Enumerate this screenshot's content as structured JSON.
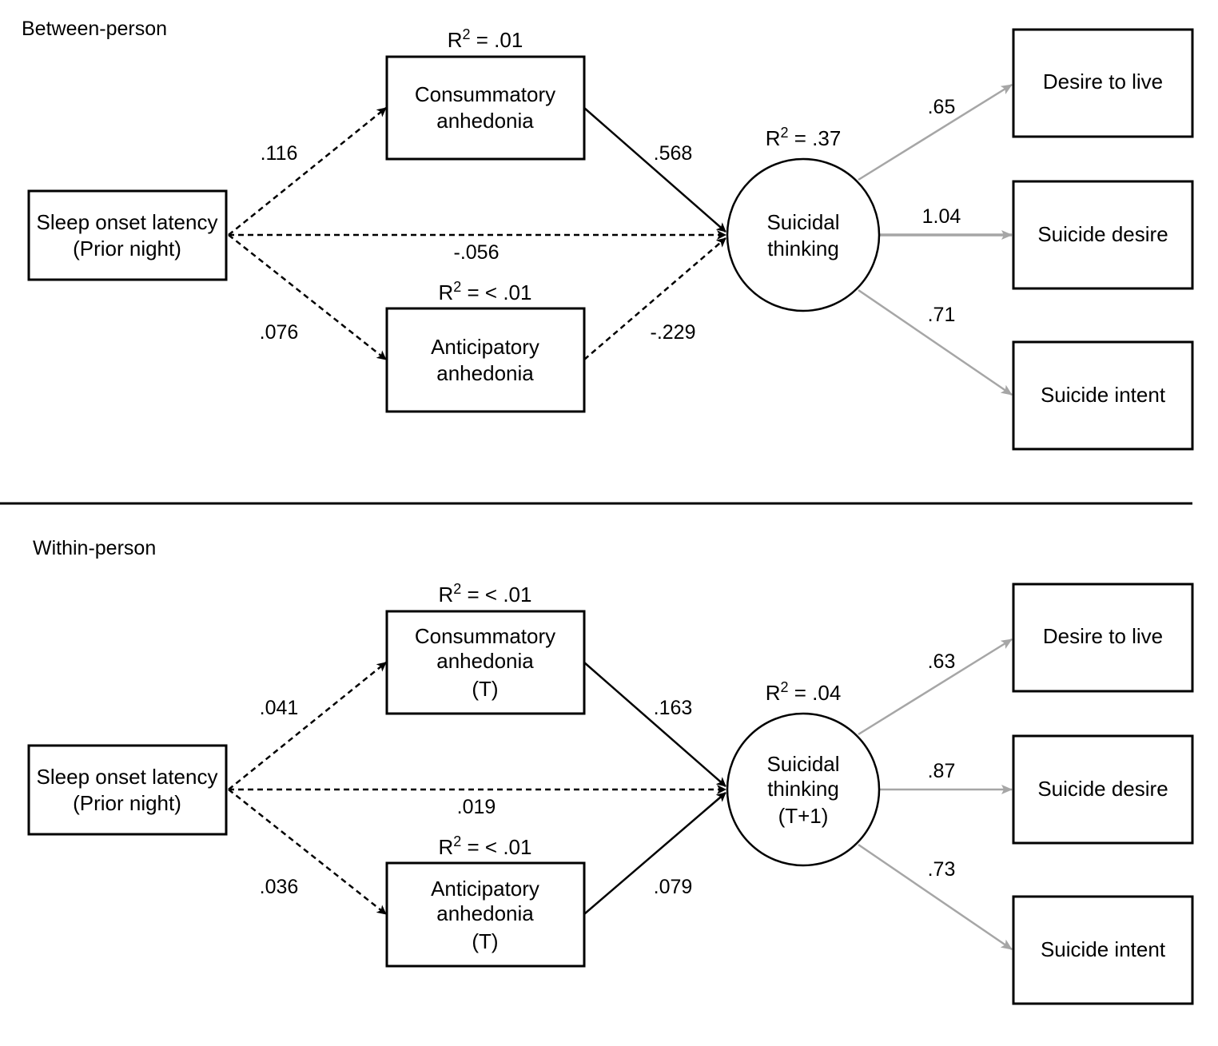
{
  "colors": {
    "black": "#000000",
    "gray": "#a6a6a6"
  },
  "panels": [
    {
      "id": "between",
      "title": "Between-person",
      "predictor": [
        "Sleep onset latency",
        "(Prior night)"
      ],
      "mediator_top": {
        "lines": [
          "Consummatory",
          "anhedonia"
        ],
        "r2": {
          "base": "R",
          "sup": "2",
          "rest": " = .01"
        }
      },
      "mediator_bottom": {
        "lines": [
          "Anticipatory",
          "anhedonia"
        ],
        "r2": {
          "base": "R",
          "sup": "2",
          "rest": " = < .01"
        }
      },
      "latent": {
        "lines": [
          "Suicidal",
          "thinking"
        ],
        "r2": {
          "base": "R",
          "sup": "2",
          "rest": " = .37"
        }
      },
      "indicators": [
        "Desire to live",
        "Suicide desire",
        "Suicide intent"
      ],
      "paths": {
        "a_top": ".116",
        "a_bottom": ".076",
        "direct": "-.056",
        "b_top": ".568",
        "b_bottom": "-.229",
        "load_1": ".65",
        "load_2": "1.04",
        "load_3": ".71"
      }
    },
    {
      "id": "within",
      "title": "Within-person",
      "predictor": [
        "Sleep onset latency",
        "(Prior night)"
      ],
      "mediator_top": {
        "lines": [
          "Consummatory",
          "anhedonia",
          "(T)"
        ],
        "r2": {
          "base": "R",
          "sup": "2",
          "rest": " = < .01"
        }
      },
      "mediator_bottom": {
        "lines": [
          "Anticipatory",
          "anhedonia",
          "(T)"
        ],
        "r2": {
          "base": "R",
          "sup": "2",
          "rest": " = < .01"
        }
      },
      "latent": {
        "lines": [
          "Suicidal",
          "thinking",
          "(T+1)"
        ],
        "r2": {
          "base": "R",
          "sup": "2",
          "rest": " = .04"
        }
      },
      "indicators": [
        "Desire to live",
        "Suicide desire",
        "Suicide intent"
      ],
      "paths": {
        "a_top": ".041",
        "a_bottom": ".036",
        "direct": ".019",
        "b_top": ".163",
        "b_bottom": ".079",
        "load_1": ".63",
        "load_2": ".87",
        "load_3": ".73"
      }
    }
  ]
}
